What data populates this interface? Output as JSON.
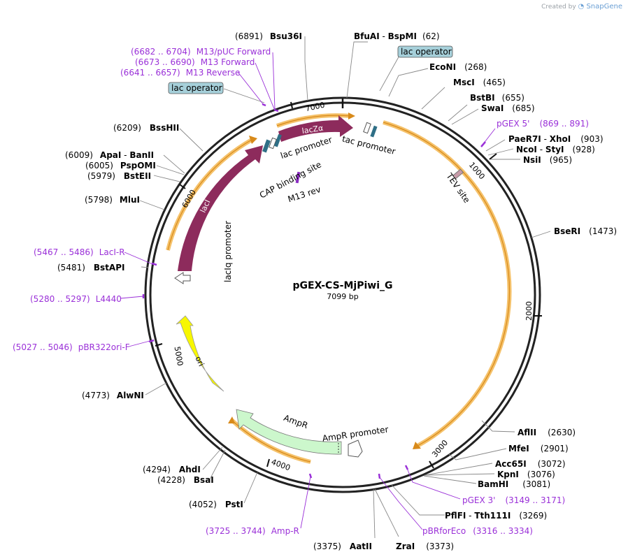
{
  "credit": {
    "prefix": "Created by",
    "brand": "SnapGene"
  },
  "plasmid": {
    "name": "pGEX-CS-MjPiwi_G",
    "length_label": "7099 bp"
  },
  "ruler_ticks": [
    "1000",
    "2000",
    "3000",
    "4000",
    "5000",
    "6000",
    "7000"
  ],
  "sites": [
    {
      "id": "bfuai",
      "name": "BfuAI",
      "name2": "BspMI",
      "pos": "(62)"
    },
    {
      "id": "econi",
      "name": "EcoNI",
      "pos": "(268)"
    },
    {
      "id": "msci",
      "name": "MscI",
      "pos": "(465)"
    },
    {
      "id": "bstbi",
      "name": "BstBI",
      "pos": "(655)"
    },
    {
      "id": "swai",
      "name": "SwaI",
      "pos": "(685)"
    },
    {
      "id": "paer7i",
      "name": "PaeR7I",
      "name2": "XhoI",
      "pos": "(903)"
    },
    {
      "id": "ncoi",
      "name": "NcoI",
      "name2": "StyI",
      "pos": "(928)"
    },
    {
      "id": "nsii",
      "name": "NsiI",
      "pos": "(965)"
    },
    {
      "id": "seri",
      "name": "BseRI",
      "pos": "(1473)"
    },
    {
      "id": "aflii",
      "name": "AflII",
      "pos": "(2630)"
    },
    {
      "id": "mfei",
      "name": "MfeI",
      "pos": "(2901)"
    },
    {
      "id": "acc65i",
      "name": "Acc65I",
      "pos": "(3072)"
    },
    {
      "id": "kpni",
      "name": "KpnI",
      "pos": "(3076)"
    },
    {
      "id": "bamhi",
      "name": "BamHI",
      "pos": "(3081)"
    },
    {
      "id": "pflfi",
      "name": "PflFI",
      "name2": "Tth111I",
      "pos": "(3269)"
    },
    {
      "id": "zrai",
      "name": "ZraI",
      "pos": "(3373)"
    },
    {
      "id": "aatii",
      "name": "AatII",
      "pos": "(3375)"
    },
    {
      "id": "psti",
      "name": "PstI",
      "pos": "(4052)"
    },
    {
      "id": "bsai",
      "name": "BsaI",
      "pos": "(4228)"
    },
    {
      "id": "ahdi",
      "name": "AhdI",
      "pos": "(4294)"
    },
    {
      "id": "alwni",
      "name": "AlwNI",
      "pos": "(4773)"
    },
    {
      "id": "bstapi",
      "name": "BstAPI",
      "pos": "(5481)"
    },
    {
      "id": "mlui",
      "name": "MluI",
      "pos": "(5798)"
    },
    {
      "id": "bsteii",
      "name": "BstEII",
      "pos": "(5979)"
    },
    {
      "id": "pspomi",
      "name": "PspOMI",
      "pos": "(6005)"
    },
    {
      "id": "apai",
      "name": "ApaI",
      "name2": "BanII",
      "pos": "(6009)"
    },
    {
      "id": "bsshii",
      "name": "BssHII",
      "pos": "(6209)"
    },
    {
      "id": "bsu36i",
      "name": "Bsu36I",
      "pos": "(6891)"
    }
  ],
  "primers": [
    {
      "id": "pgex5",
      "name": "pGEX 5'",
      "range": "(869 .. 891)"
    },
    {
      "id": "pgex3",
      "name": "pGEX 3'",
      "range": "(3149 .. 3171)"
    },
    {
      "id": "pbrforeco",
      "name": "pBRforEco",
      "range": "(3316 .. 3334)"
    },
    {
      "id": "ampr",
      "name": "Amp-R",
      "range": "(3725 .. 3744)"
    },
    {
      "id": "pbr322",
      "name": "pBR322ori-F",
      "range": "(5027 .. 5046)"
    },
    {
      "id": "l4440",
      "name": "L4440",
      "range": "(5280 .. 5297)"
    },
    {
      "id": "lacir",
      "name": "LacI-R",
      "range": "(5467 .. 5486)"
    },
    {
      "id": "m13rev",
      "name": "M13 Reverse",
      "range": "(6641 .. 6657)"
    },
    {
      "id": "m13fwd",
      "name": "M13 Forward",
      "range": "(6673 .. 6690)"
    },
    {
      "id": "m13puc",
      "name": "M13/pUC Forward",
      "range": "(6682 .. 6704)"
    }
  ],
  "boxed_labels": {
    "lac_operator_1": "lac operator",
    "lac_operator_2": "lac operator"
  },
  "features": {
    "lacza": "lacZα",
    "laci": "lacI",
    "ori": "ori",
    "ampr": "AmpR",
    "ampr_promoter": "AmpR promoter",
    "laciq_promoter": "lacIq promoter",
    "lac_promoter": "lac promoter",
    "cap_site": "CAP binding site",
    "m13_rev": "M13 rev",
    "tac_promoter": "tac promoter",
    "tev_site": "TEV site"
  },
  "colors": {
    "backbone": "#222222",
    "orf_fill": "#f6c674",
    "lacza": "#8d2b5c",
    "laci": "#8d2b5c",
    "ori": "#f7f700",
    "ampr": "#ccf7cc",
    "primer": "#9a30d8",
    "operator_box": "#a6d0da"
  }
}
